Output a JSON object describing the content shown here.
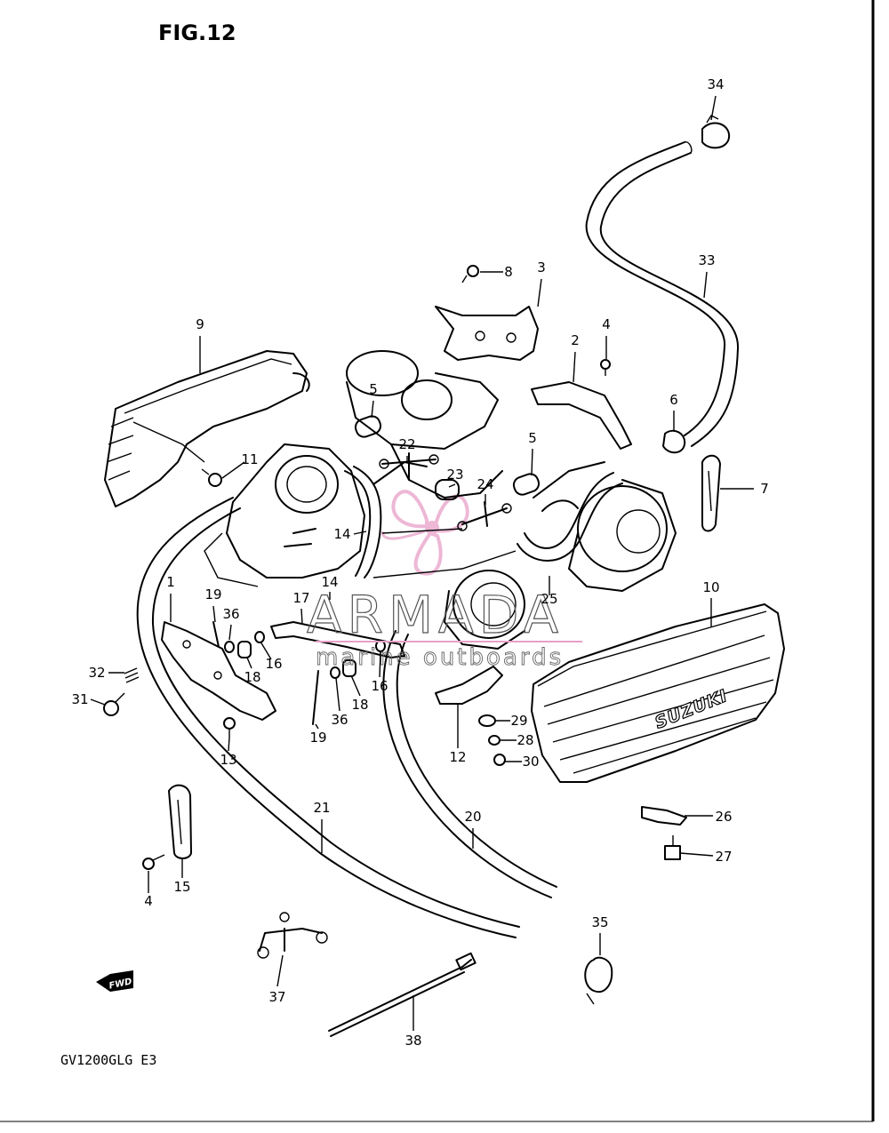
{
  "figure": {
    "title": "FIG.12",
    "model_code": "GV1200GLG  E3"
  },
  "watermark": {
    "brand": "ARMADA",
    "tagline": "marine outboards",
    "accent_color": "#e8a0c8"
  },
  "direction_badge": {
    "text": "FWD"
  },
  "cover_logo": {
    "text": "SUZUKI"
  },
  "callouts": [
    {
      "id": "c34",
      "label": "34"
    },
    {
      "id": "c33",
      "label": "33"
    },
    {
      "id": "c8",
      "label": "8"
    },
    {
      "id": "c3",
      "label": "3"
    },
    {
      "id": "c4a",
      "label": "4"
    },
    {
      "id": "c2",
      "label": "2"
    },
    {
      "id": "c9",
      "label": "9"
    },
    {
      "id": "c5a",
      "label": "5"
    },
    {
      "id": "c6",
      "label": "6"
    },
    {
      "id": "c5b",
      "label": "5"
    },
    {
      "id": "c7",
      "label": "7"
    },
    {
      "id": "c22",
      "label": "22"
    },
    {
      "id": "c11",
      "label": "11"
    },
    {
      "id": "c23",
      "label": "23"
    },
    {
      "id": "c24",
      "label": "24"
    },
    {
      "id": "c14a",
      "label": "14"
    },
    {
      "id": "c14b",
      "label": "14"
    },
    {
      "id": "c10",
      "label": "10"
    },
    {
      "id": "c25",
      "label": "25"
    },
    {
      "id": "c1",
      "label": "1"
    },
    {
      "id": "c19a",
      "label": "19"
    },
    {
      "id": "c36a",
      "label": "36"
    },
    {
      "id": "c17",
      "label": "17"
    },
    {
      "id": "c32",
      "label": "32"
    },
    {
      "id": "c16a",
      "label": "16"
    },
    {
      "id": "c18a",
      "label": "18"
    },
    {
      "id": "c31",
      "label": "31"
    },
    {
      "id": "c16b",
      "label": "16"
    },
    {
      "id": "c18b",
      "label": "18"
    },
    {
      "id": "c36b",
      "label": "36"
    },
    {
      "id": "c19b",
      "label": "19"
    },
    {
      "id": "c13",
      "label": "13"
    },
    {
      "id": "c29",
      "label": "29"
    },
    {
      "id": "c28",
      "label": "28"
    },
    {
      "id": "c12",
      "label": "12"
    },
    {
      "id": "c30",
      "label": "30"
    },
    {
      "id": "c21",
      "label": "21"
    },
    {
      "id": "c20",
      "label": "20"
    },
    {
      "id": "c26",
      "label": "26"
    },
    {
      "id": "c27",
      "label": "27"
    },
    {
      "id": "c4b",
      "label": "4"
    },
    {
      "id": "c15",
      "label": "15"
    },
    {
      "id": "c35",
      "label": "35"
    },
    {
      "id": "c37",
      "label": "37"
    },
    {
      "id": "c38",
      "label": "38"
    }
  ]
}
